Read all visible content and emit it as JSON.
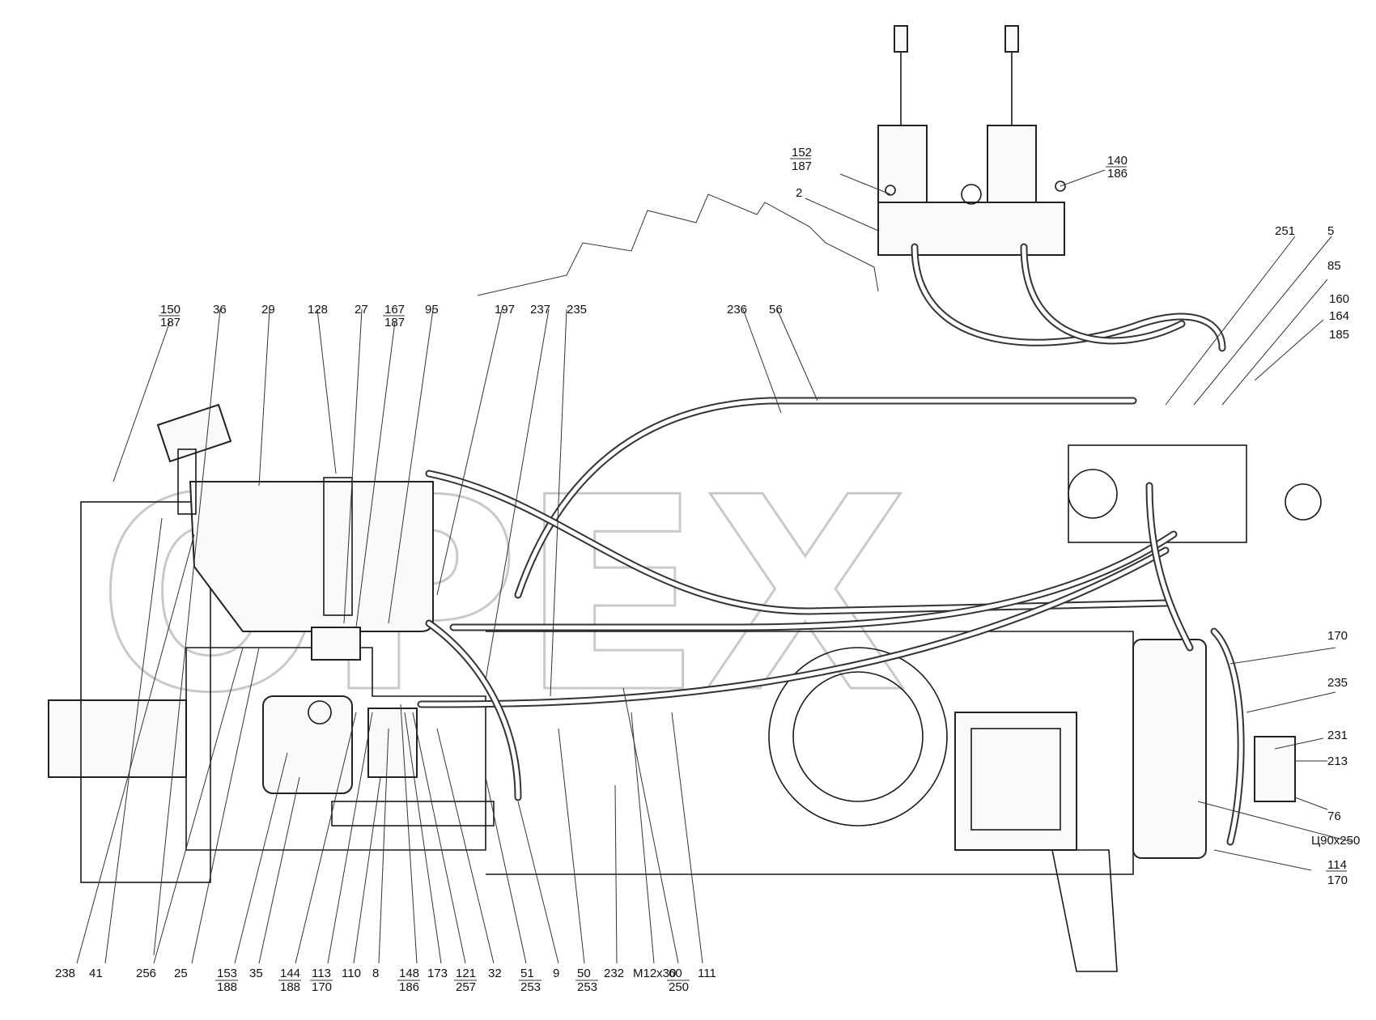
{
  "watermark": "OPEX",
  "callouts_top_left": [
    {
      "id": "c150",
      "text": "150",
      "sub": "187"
    },
    {
      "id": "c36",
      "text": "36"
    },
    {
      "id": "c29",
      "text": "29"
    },
    {
      "id": "c128",
      "text": "128"
    },
    {
      "id": "c27",
      "text": "27"
    },
    {
      "id": "c167",
      "text": "167",
      "sub": "187"
    },
    {
      "id": "c95",
      "text": "95"
    },
    {
      "id": "c197",
      "text": "197"
    },
    {
      "id": "c237",
      "text": "237"
    },
    {
      "id": "c235a",
      "text": "235"
    },
    {
      "id": "c236",
      "text": "236"
    },
    {
      "id": "c56",
      "text": "56"
    }
  ],
  "callouts_control": [
    {
      "id": "c152",
      "text": "152",
      "sub": "187"
    },
    {
      "id": "c2",
      "text": "2"
    },
    {
      "id": "c140",
      "text": "140",
      "sub": "186"
    }
  ],
  "callouts_right": [
    {
      "id": "c251",
      "text": "251"
    },
    {
      "id": "c5",
      "text": "5"
    },
    {
      "id": "c85",
      "text": "85"
    },
    {
      "id": "c160",
      "text": "160"
    },
    {
      "id": "c164",
      "text": "164"
    },
    {
      "id": "c185",
      "text": "185"
    },
    {
      "id": "c170a",
      "text": "170"
    },
    {
      "id": "c235b",
      "text": "235"
    },
    {
      "id": "c231",
      "text": "231"
    },
    {
      "id": "c213",
      "text": "213"
    },
    {
      "id": "c76",
      "text": "76"
    },
    {
      "id": "cU90",
      "text": "Ц90x250"
    },
    {
      "id": "c114",
      "text": "114",
      "sub": "170"
    }
  ],
  "callouts_bottom": [
    {
      "id": "b238",
      "text": "238"
    },
    {
      "id": "b41",
      "text": "41"
    },
    {
      "id": "b256",
      "text": "256"
    },
    {
      "id": "b25",
      "text": "25"
    },
    {
      "id": "b153",
      "text": "153",
      "sub": "188"
    },
    {
      "id": "b35",
      "text": "35"
    },
    {
      "id": "b144",
      "text": "144",
      "sub": "188"
    },
    {
      "id": "b113",
      "text": "113",
      "sub": "170"
    },
    {
      "id": "b110",
      "text": "110"
    },
    {
      "id": "b8",
      "text": "8"
    },
    {
      "id": "b148",
      "text": "148",
      "sub": "186"
    },
    {
      "id": "b173",
      "text": "173"
    },
    {
      "id": "b121",
      "text": "121",
      "sub": "257"
    },
    {
      "id": "b32",
      "text": "32"
    },
    {
      "id": "b51",
      "text": "51",
      "sub": "253"
    },
    {
      "id": "b9",
      "text": "9"
    },
    {
      "id": "b50",
      "text": "50",
      "sub": "253"
    },
    {
      "id": "b232",
      "text": "232"
    },
    {
      "id": "bM12",
      "text": "M12x30"
    },
    {
      "id": "b60",
      "text": "60",
      "sub": "250"
    },
    {
      "id": "b111",
      "text": "111"
    }
  ]
}
